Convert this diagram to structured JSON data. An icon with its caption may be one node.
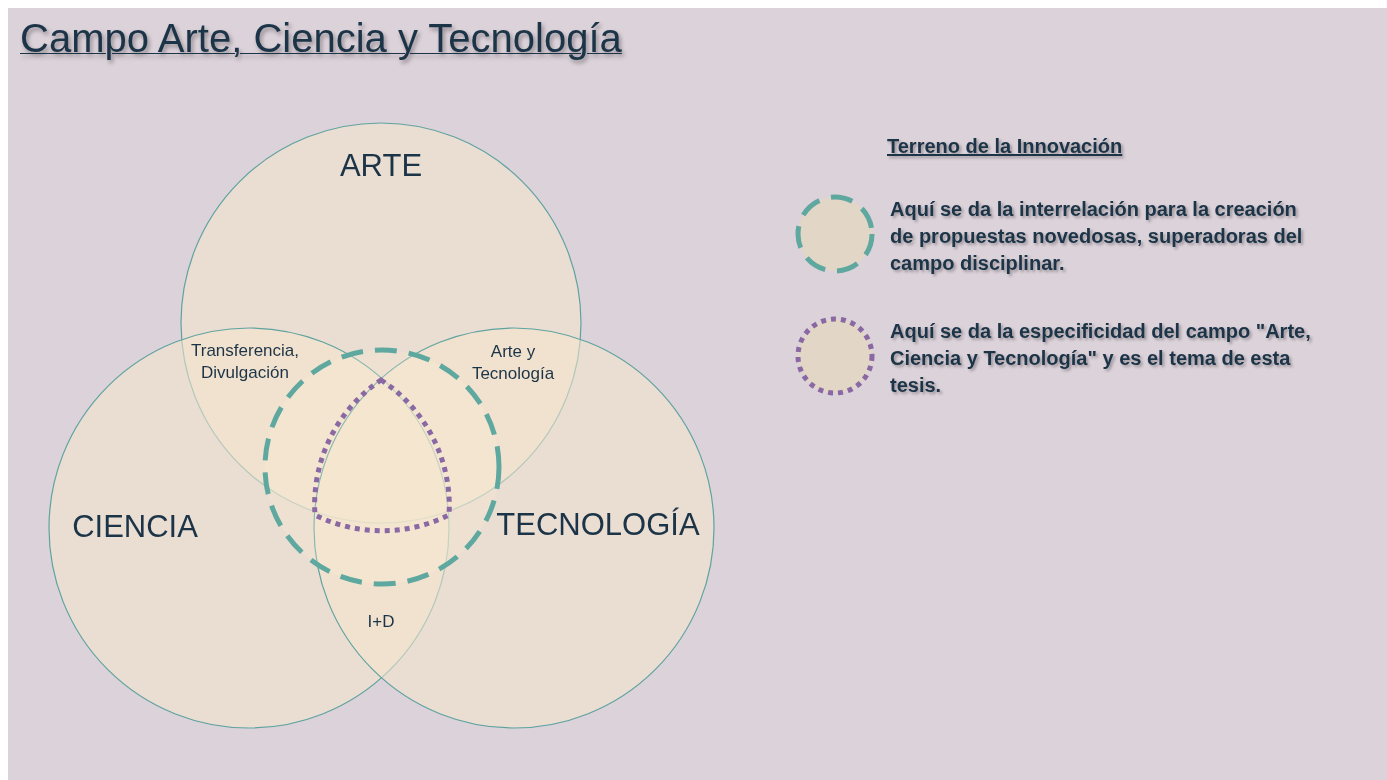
{
  "diagram": {
    "title": "Campo Arte, Ciencia y Tecnología",
    "nodes": [
      {
        "text": [
          "ARTE"
        ]
      },
      {
        "text": [
          "CIENCIA"
        ]
      },
      {
        "text": [
          "TECNOLOGÍA"
        ]
      },
      {
        "text": [],
        "shape": "circle"
      },
      {
        "text": [],
        "shape": "triangle"
      }
    ],
    "labels": [
      "Terreno de la Innovación",
      "Transferencia, Divulgación",
      "Arte y Tecnología",
      "I+D"
    ],
    "legend": [
      {
        "text": "Aquí se da la interrelación para la creación de propuestas novedosas, superadoras del campo disciplinar."
      },
      {
        "text": "Aquí se da la especificidad del campo \"Arte, Ciencia y Tecnología\" y es el tema de esta tesis."
      }
    ]
  }
}
